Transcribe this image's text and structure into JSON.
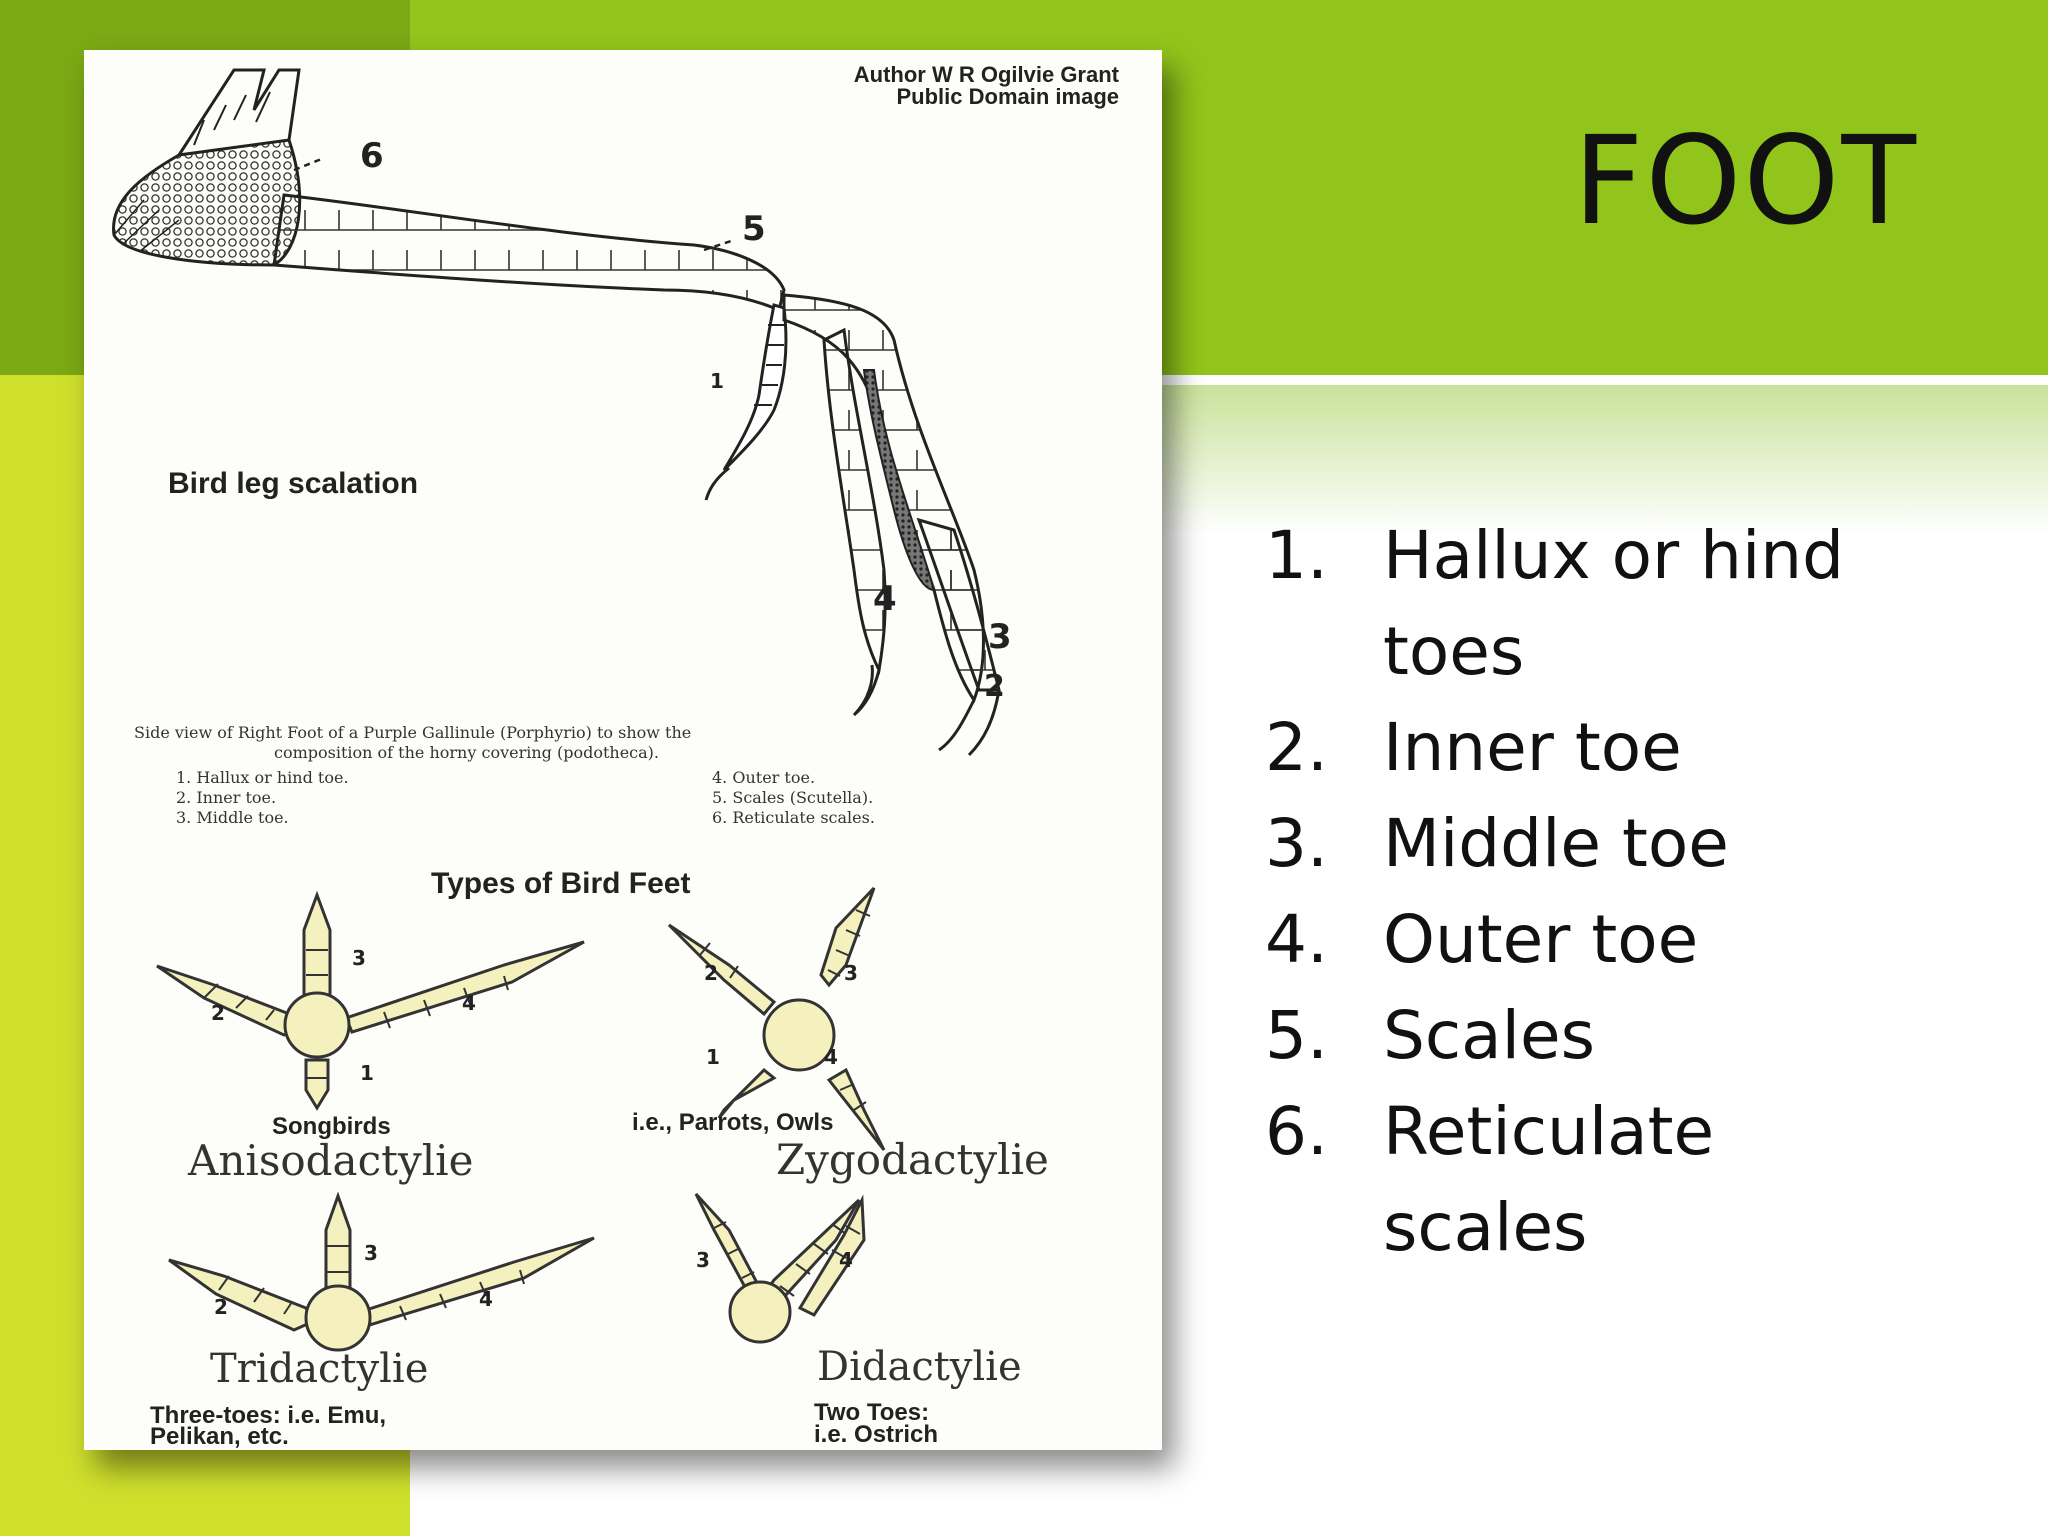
{
  "slide": {
    "title": "FOOT",
    "colors": {
      "dark_green": "#7ba815",
      "lime": "#91c51b",
      "yellow_green": "#cfe02c"
    }
  },
  "list": [
    {
      "num": "1.",
      "text": "Hallux or hind toes"
    },
    {
      "num": "2.",
      "text": "Inner toe"
    },
    {
      "num": "3.",
      "text": "Middle toe"
    },
    {
      "num": "4.",
      "text": "Outer toe"
    },
    {
      "num": "5.",
      "text": "Scales"
    },
    {
      "num": "6.",
      "text": "Reticulate scales"
    }
  ],
  "figure": {
    "credit_author": "Author W R Ogilvie Grant",
    "credit_license": "Public Domain image",
    "leg_title": "Bird leg scalation",
    "leg_markers": [
      "1",
      "2",
      "3",
      "4",
      "5",
      "6"
    ],
    "caption_line1": "Side view of Right Foot of a Purple Gallinule (Porphyrio) to show the",
    "caption_line2": "composition of the horny covering (podotheca).",
    "caption_items": [
      "1. Hallux or hind toe.",
      "2. Inner toe.",
      "3. Middle toe.",
      "4. Outer toe.",
      "5. Scales (Scutella).",
      "6. Reticulate scales."
    ],
    "types_title": "Types of Bird Feet",
    "types": [
      {
        "group": "Songbirds",
        "name": "Anisodactylie",
        "toes": [
          "1",
          "2",
          "3",
          "4"
        ]
      },
      {
        "group": "i.e., Parrots, Owls",
        "name": "Zygodactylie",
        "toes": [
          "1",
          "2",
          "3",
          "4"
        ]
      },
      {
        "name": "Tridactylie",
        "note1": "Three-toes: i.e. Emu,",
        "note2": "Pelikan, etc.",
        "toes": [
          "2",
          "3",
          "4"
        ]
      },
      {
        "name": "Didactylie",
        "note1": "Two Toes:",
        "note2": "i.e.  Ostrich",
        "toes": [
          "3",
          "4"
        ]
      }
    ]
  }
}
